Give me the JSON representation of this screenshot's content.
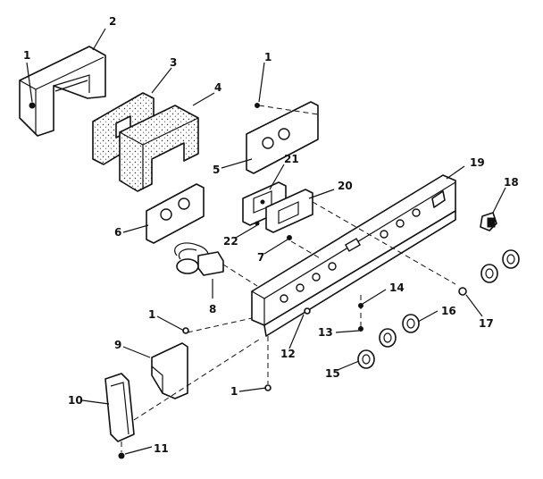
{
  "parts": [
    {
      "id": "label-1-top",
      "text": "1"
    },
    {
      "id": "label-1-left",
      "text": "1"
    },
    {
      "id": "label-1-mid",
      "text": "1"
    },
    {
      "id": "label-1-bottom",
      "text": "1"
    },
    {
      "id": "label-2",
      "text": "2"
    },
    {
      "id": "label-3",
      "text": "3"
    },
    {
      "id": "label-4",
      "text": "4"
    },
    {
      "id": "label-5",
      "text": "5"
    },
    {
      "id": "label-6",
      "text": "6"
    },
    {
      "id": "label-7",
      "text": "7"
    },
    {
      "id": "label-8",
      "text": "8"
    },
    {
      "id": "label-9",
      "text": "9"
    },
    {
      "id": "label-10",
      "text": "10"
    },
    {
      "id": "label-11",
      "text": "11"
    },
    {
      "id": "label-12",
      "text": "12"
    },
    {
      "id": "label-13",
      "text": "13"
    },
    {
      "id": "label-14",
      "text": "14"
    },
    {
      "id": "label-15",
      "text": "15"
    },
    {
      "id": "label-16",
      "text": "16"
    },
    {
      "id": "label-17",
      "text": "17"
    },
    {
      "id": "label-18",
      "text": "18"
    },
    {
      "id": "label-19",
      "text": "19"
    },
    {
      "id": "label-20",
      "text": "20"
    },
    {
      "id": "label-21",
      "text": "21"
    },
    {
      "id": "label-22",
      "text": "22"
    }
  ]
}
